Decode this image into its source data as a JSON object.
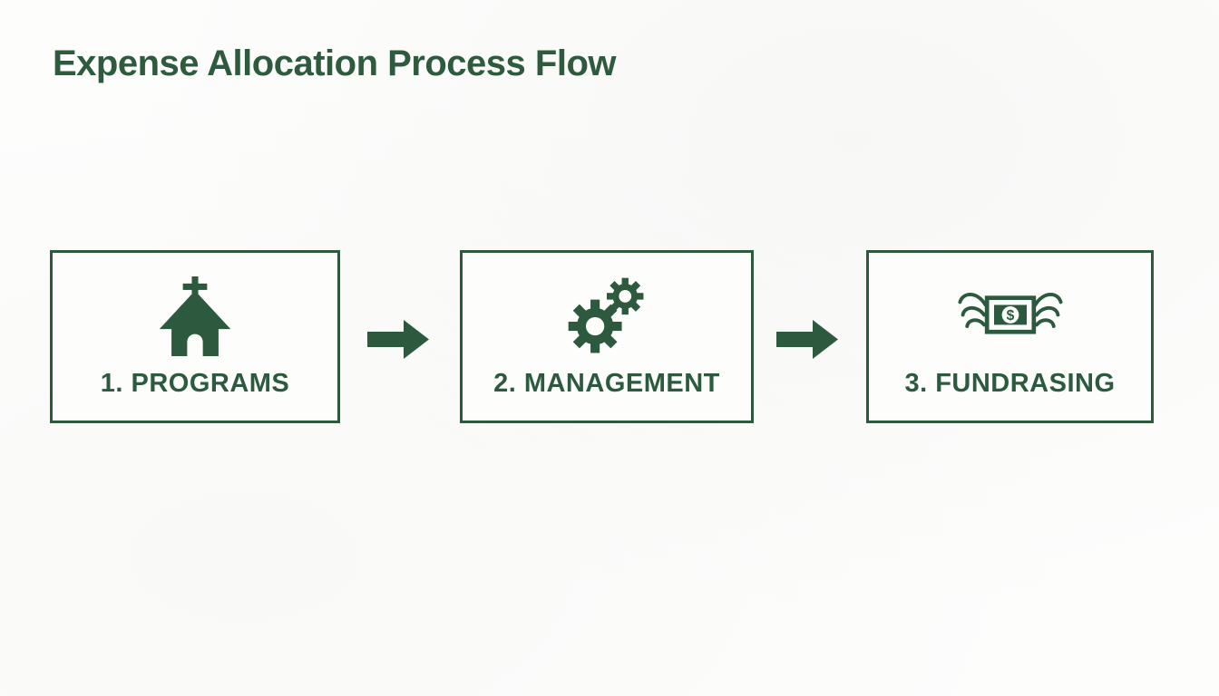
{
  "page": {
    "title": "Expense Allocation Process Flow"
  },
  "colors": {
    "primary_green": "#2d5a3e",
    "title_green": "#2e5b3d",
    "background": "#fdfdfc"
  },
  "flow": {
    "steps": [
      {
        "label": "1. PROGRAMS",
        "icon": "church-icon"
      },
      {
        "label": "2. MANAGEMENT",
        "icon": "gears-icon"
      },
      {
        "label": "3. FUNDRASING",
        "icon": "winged-money-icon"
      }
    ],
    "connector": "arrow-right-icon",
    "money_symbol": "$"
  }
}
